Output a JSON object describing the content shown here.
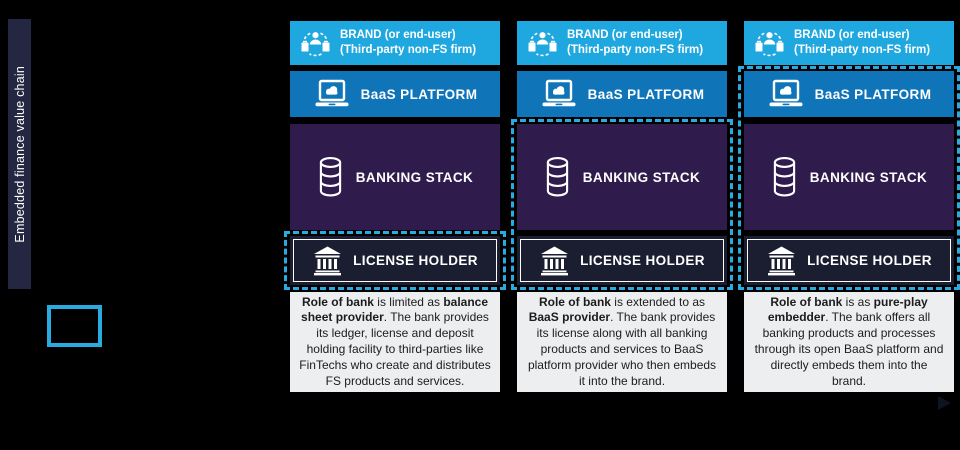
{
  "sidebar": {
    "label": "Embedded finance value chain",
    "bg": "#232741"
  },
  "legend": {
    "swatch_border": "#29abe2"
  },
  "colors": {
    "brand_cyan": "#1ea8df",
    "baas_blue": "#0f75b8",
    "stack_purple": "#2f1c4d",
    "license_navy": "#1a1e30",
    "highlight_cyan": "#29abe2",
    "desc_bg": "#edeef0"
  },
  "columns": [
    {
      "brand_line1": "BRAND (or end-user)",
      "brand_line2": "(Third-party non-FS firm)",
      "baas_label": "BaaS PLATFORM",
      "stack_label": "BANKING STACK",
      "license_label": "LICENSE HOLDER",
      "highlight_scope": "license-holder",
      "description": [
        {
          "text": "Role of bank",
          "bold": true
        },
        {
          "text": " is limited as ",
          "bold": false
        },
        {
          "text": "balance sheet provider",
          "bold": true
        },
        {
          "text": ". The bank provides its ledger, license and deposit holding facility to third-parties like FinTechs who create and distributes FS products and services.",
          "bold": false
        }
      ]
    },
    {
      "brand_line1": "BRAND (or end-user)",
      "brand_line2": "(Third-party non-FS firm)",
      "baas_label": "BaaS PLATFORM",
      "stack_label": "BANKING STACK",
      "license_label": "LICENSE HOLDER",
      "highlight_scope": "banking-stack+license-holder",
      "description": [
        {
          "text": "Role of bank",
          "bold": true
        },
        {
          "text": " is extended to as ",
          "bold": false
        },
        {
          "text": "BaaS provider",
          "bold": true
        },
        {
          "text": ". The bank provides its license along with all banking products and services to BaaS platform provider who then embeds it into the brand.",
          "bold": false
        }
      ]
    },
    {
      "brand_line1": "BRAND (or end-user)",
      "brand_line2": "(Third-party non-FS firm)",
      "baas_label": "BaaS PLATFORM",
      "stack_label": "BANKING STACK",
      "license_label": "LICENSE HOLDER",
      "highlight_scope": "baas-platform+banking-stack+license-holder",
      "description": [
        {
          "text": "Role of bank",
          "bold": true
        },
        {
          "text": " is as ",
          "bold": false
        },
        {
          "text": "pure-play embedder",
          "bold": true
        },
        {
          "text": ". The bank offers all banking products and processes through its open BaaS platform and directly embeds them into the brand.",
          "bold": false
        }
      ]
    }
  ]
}
